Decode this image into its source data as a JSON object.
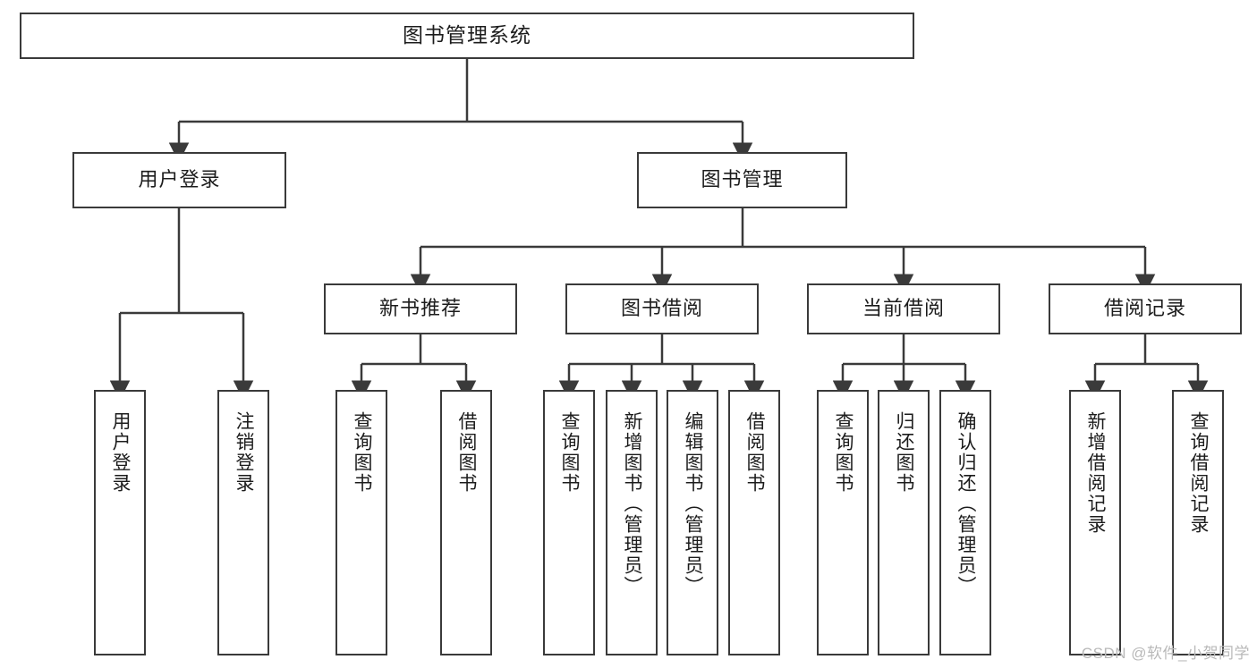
{
  "diagram": {
    "title": "图书管理系统",
    "type": "tree",
    "orientation": "top-down",
    "line_color": "#3a3a3a",
    "box_fill": "#ffffff",
    "text_color": "#1c1c1c",
    "levels": {
      "root": {
        "label": "图书管理系统"
      },
      "level2": [
        {
          "label": "用户登录"
        },
        {
          "label": "图书管理"
        }
      ],
      "level3": [
        {
          "label": "新书推荐"
        },
        {
          "label": "图书借阅"
        },
        {
          "label": "当前借阅"
        },
        {
          "label": "借阅记录"
        }
      ],
      "leaves": {
        "user_login": [
          {
            "label": "用户登录"
          },
          {
            "label": "注销登录"
          }
        ],
        "new_book_recommend": [
          {
            "label": "查询图书"
          },
          {
            "label": "借阅图书"
          }
        ],
        "book_borrow": [
          {
            "label": "查询图书"
          },
          {
            "label": "新增图书（管理员）"
          },
          {
            "label": "编辑图书（管理员）"
          },
          {
            "label": "借阅图书"
          }
        ],
        "current_borrow": [
          {
            "label": "查询图书"
          },
          {
            "label": "归还图书"
          },
          {
            "label": "确认归还（管理员）"
          }
        ],
        "borrow_records": [
          {
            "label": "新增借阅记录"
          },
          {
            "label": "查询借阅记录"
          }
        ]
      }
    }
  },
  "watermark": {
    "text": "CSDN @软件_小贺同学",
    "color": "#b9b9b9"
  }
}
